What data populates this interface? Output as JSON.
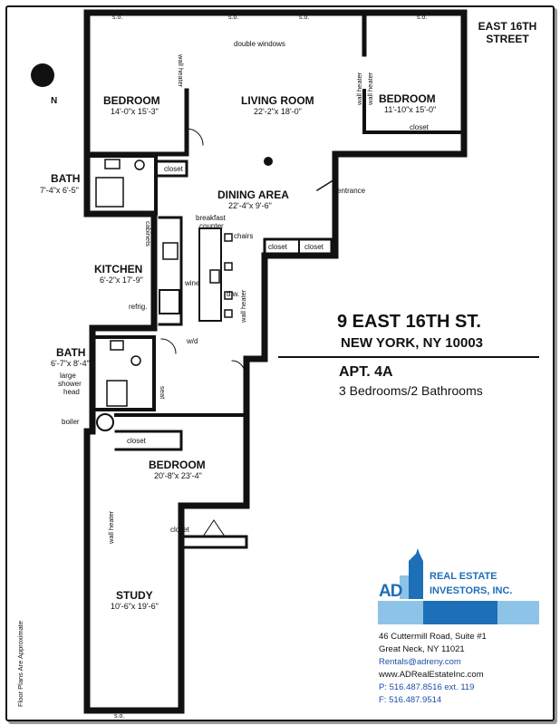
{
  "street": {
    "line1": "EAST 16TH",
    "line2": "STREET"
  },
  "compass": {
    "label": "N",
    "icon": "north-arrow-icon"
  },
  "rooms": {
    "bedroom1": {
      "name": "BEDROOM",
      "dim": "14'-0\"x 15'-3\""
    },
    "living": {
      "name": "LIVING ROOM",
      "dim": "22'-2\"x 18'-0\""
    },
    "bedroom2": {
      "name": "BEDROOM",
      "dim": "11'-10\"x 15'-0\""
    },
    "bath1": {
      "name": "BATH",
      "dim": "7'-4\"x 6'-5\""
    },
    "dining": {
      "name": "DINING AREA",
      "dim": "22'-4\"x 9'-6\""
    },
    "kitchen": {
      "name": "KITCHEN",
      "dim": "6'-2\"x 17'-9\""
    },
    "bath2": {
      "name": "BATH",
      "dim": "6'-7\"x 8'-4\""
    },
    "bedroom3": {
      "name": "BEDROOM",
      "dim": "20'-8\"x 23'-4\""
    },
    "study": {
      "name": "STUDY",
      "dim": "10'-6\"x 19'-6\""
    }
  },
  "labels": {
    "so": "s.o.",
    "double_windows": "double windows",
    "wall_heater": "wall heater",
    "closet": "closet",
    "entrance": "entrance",
    "breakfast": "breakfast",
    "counter": "counter",
    "chairs": "chairs",
    "cabinets": "cabinets",
    "wine": "wine",
    "dw": "d.w.",
    "refrig": "refrig.",
    "wd": "w/d",
    "large": "large",
    "shower": "shower",
    "head": "head",
    "seat": "seat",
    "boiler": "boiler"
  },
  "address": {
    "line1": "9 EAST 16TH ST.",
    "line2": "NEW YORK, NY 10003"
  },
  "apartment": {
    "unit": "APT. 4A",
    "rooms": "3 Bedrooms/2 Bathrooms"
  },
  "disclaimer": "Floor Plans Are Approximate",
  "logo": {
    "ad": "AD",
    "real_estate": "REAL ESTATE",
    "investors": "INVESTORS, INC.",
    "brand_color": "#1d6fb8",
    "light_color": "#8ec3e8"
  },
  "contact": {
    "address1": "46 Cuttermill Road, Suite #1",
    "address2": "Great Neck, NY 11021",
    "email": "Rentals@adreny.com",
    "website": "www.ADRealEstateInc.com",
    "phone": "P: 516.487.8516 ext. 119",
    "fax": "F: 516.487.9514"
  }
}
